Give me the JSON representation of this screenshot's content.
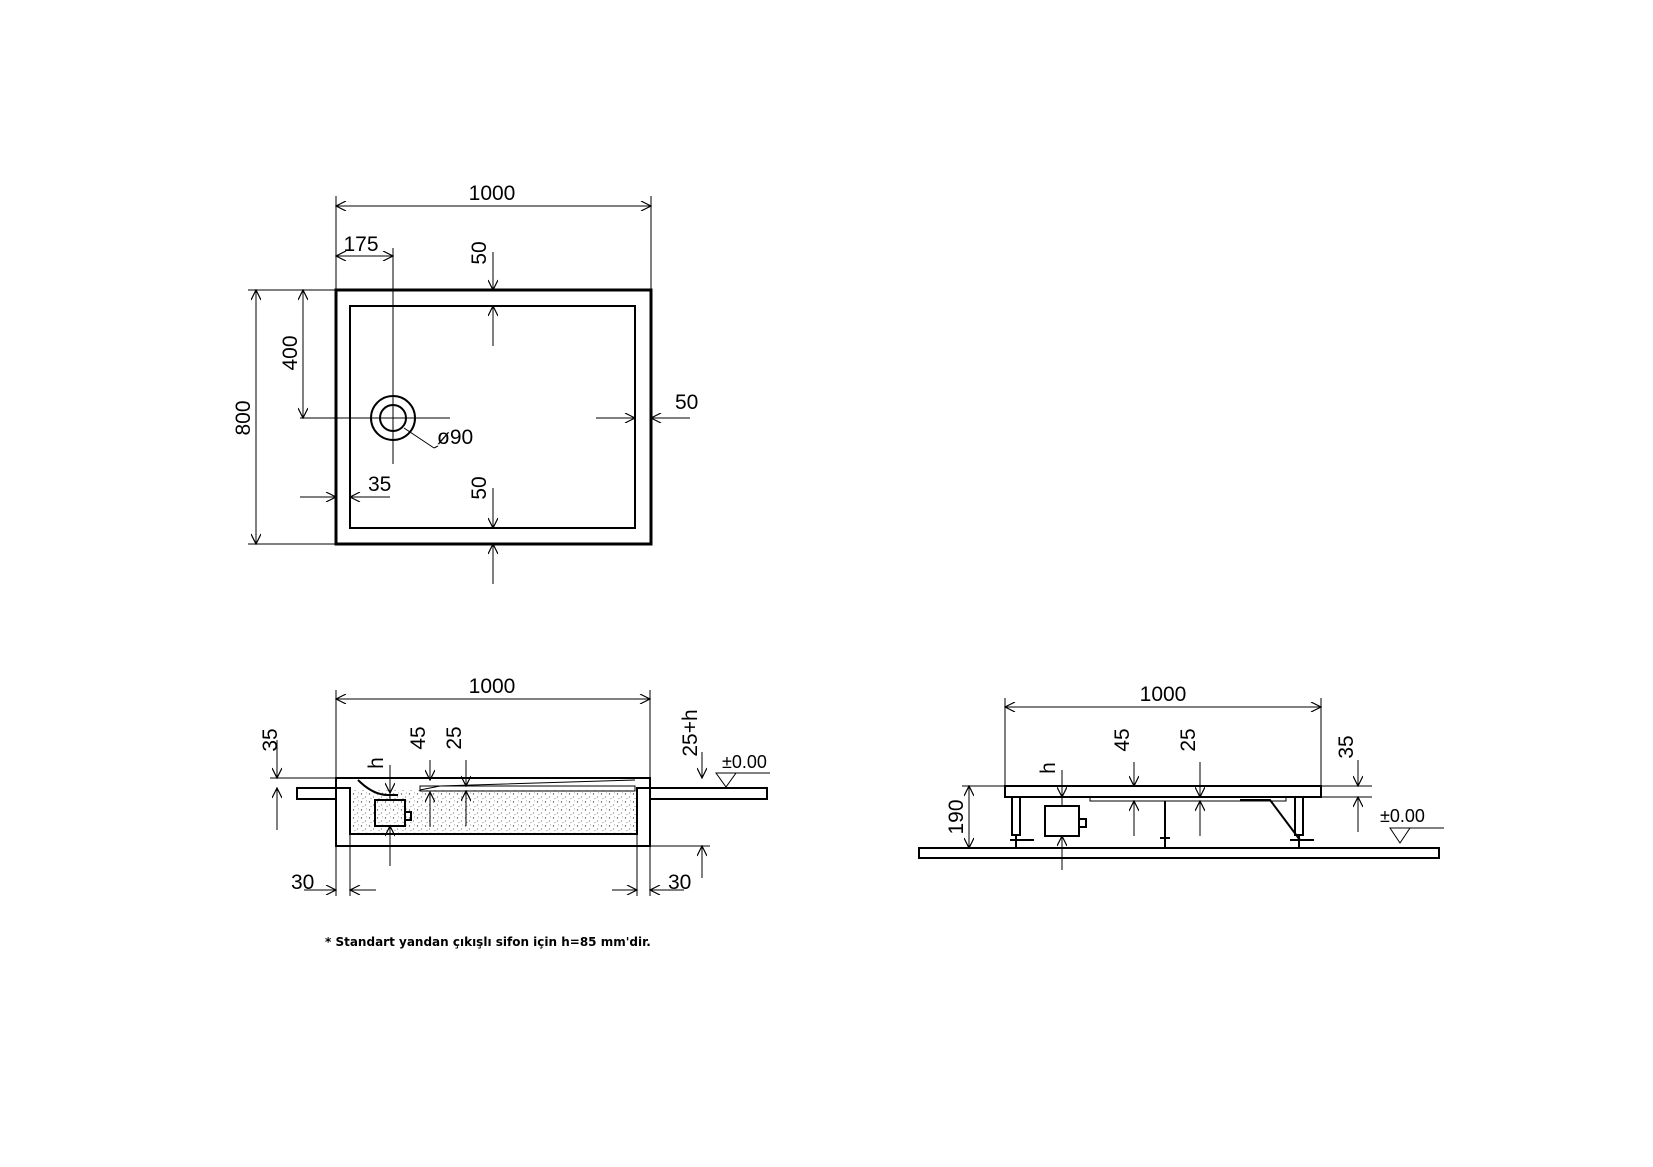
{
  "top_view": {
    "width": "1000",
    "drain_offset_x": "175",
    "rim_top": "50",
    "depth": "800",
    "drain_offset_y": "400",
    "rim_right": "50",
    "drain_diameter": "ø90",
    "wall_thickness": "35",
    "rim_bottom": "50"
  },
  "section_recessed": {
    "width": "1000",
    "rim_height": "35",
    "siphon_h": "h",
    "depth_45": "45",
    "depth_25": "25",
    "recess_depth": "25+h",
    "floor_level": "±0.00",
    "gap_left": "30",
    "gap_right": "30"
  },
  "section_raised": {
    "width": "1000",
    "siphon_h": "h",
    "depth_45": "45",
    "depth_25": "25",
    "rim_height": "35",
    "total_height": "190",
    "floor_level": "±0.00"
  },
  "footnote": "* Standart yandan çıkışlı sifon için h=85 mm'dir."
}
